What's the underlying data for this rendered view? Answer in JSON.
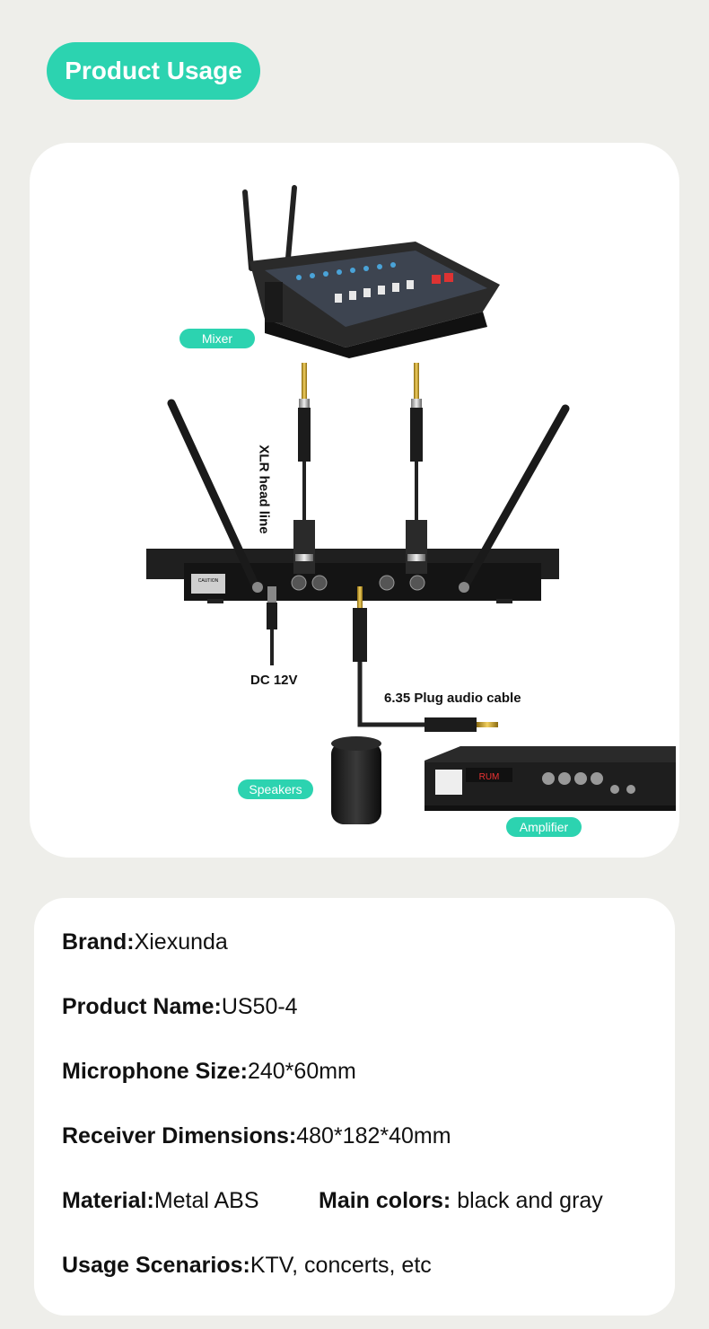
{
  "header": {
    "title": "Product Usage"
  },
  "diagram": {
    "tags": {
      "mixer": "Mixer",
      "speakers": "Speakers",
      "amplifier": "Amplifier"
    },
    "labels": {
      "xlr": "XLR head line",
      "dc": "DC 12V",
      "plug": "6.35 Plug audio cable"
    },
    "receiver_panel": {
      "caution": "CAUTION",
      "amp_display": "RUM"
    }
  },
  "specs": {
    "brand": {
      "label": "Brand:",
      "value": "Xiexunda"
    },
    "product_name": {
      "label": "Product Name:",
      "value": "US50-4"
    },
    "microphone_size": {
      "label": "Microphone Size:",
      "value": "240*60mm"
    },
    "receiver_dimensions": {
      "label": "Receiver Dimensions:",
      "value": "480*182*40mm"
    },
    "material": {
      "label": "Material:",
      "value": "Metal ABS"
    },
    "main_colors": {
      "label": "Main colors:",
      "value": " black and gray"
    },
    "usage": {
      "label": "Usage Scenarios:",
      "value": "KTV, concerts, etc"
    }
  },
  "colors": {
    "accent": "#2cd3b0",
    "background": "#eeeeea"
  }
}
